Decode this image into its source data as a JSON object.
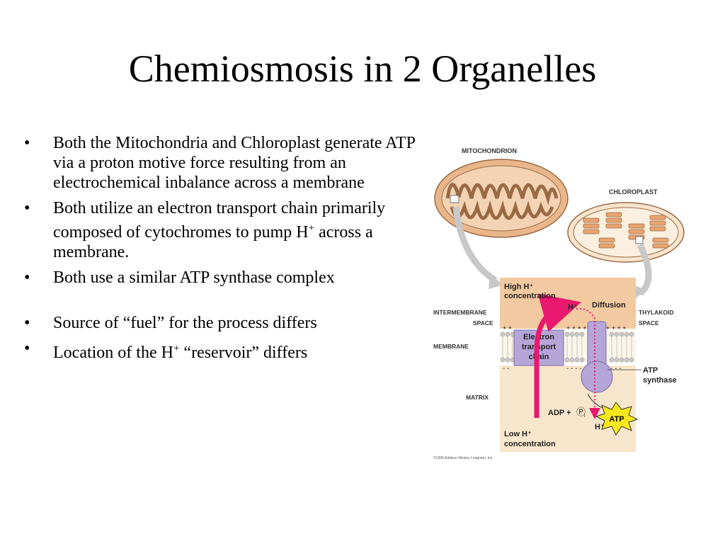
{
  "slide": {
    "title": "Chemiosmosis in 2 Organelles",
    "bullets": [
      {
        "bullet": "•",
        "text": "Both the Mitochondria and Chloroplast generate ATP via a proton motive force resulting from an electrochemical inbalance across a membrane"
      },
      {
        "bullet": "•",
        "text_before": "Both utilize an electron transport chain primarily composed of cytochromes to pump H",
        "sup": "+",
        "text_after": " across a membrane."
      },
      {
        "bullet": "•",
        "text": "Both use a similar ATP synthase complex"
      },
      {
        "bullet": "•",
        "text": "Source of “fuel” for the process differs"
      },
      {
        "bullet": "•",
        "text_before": "Location of the H",
        "sup": "+",
        "text_after": " “reservoir” differs"
      }
    ]
  },
  "diagram": {
    "labels": {
      "mitochondrion": "MITOCHONDRION",
      "chloroplast": "CHLOROPLAST",
      "high_h_line1": "High H⁺",
      "high_h_line2": "concentration",
      "h_plus_top": "H⁺",
      "diffusion": "Diffusion",
      "intermembrane_line1": "INTERMEMBRANE",
      "intermembrane_line2": "SPACE",
      "thylakoid_line1": "THYLAKOID",
      "thylakoid_line2": "SPACE",
      "membrane": "MEMBRANE",
      "etc_line1": "Electron",
      "etc_line2": "transport",
      "etc_line3": "chain",
      "atp_synthase_line1": "ATP",
      "atp_synthase_line2": "synthase",
      "matrix": "MATRIX",
      "adp": "ADP +",
      "pi": "Ⓟ",
      "pi_sub": "i",
      "atp": "ATP",
      "h_plus_bottom": "H⁺",
      "low_h_line1": "Low H⁺",
      "low_h_line2": "concentration",
      "plus_signs": "+ +",
      "plus_signs_mid": "+ + + +",
      "plus_signs_right": "+ + + +",
      "minus_signs": "- -",
      "minus_signs_mid": "- - - -",
      "minus_signs_right": "- - - -",
      "copyright": "©1999 Addison Wesley Longman, Inc."
    },
    "colors": {
      "high_zone": "#f2c9a0",
      "low_zone": "#f8e6cc",
      "membrane_protein": "#b5a6d8",
      "pump_arrow": "#e8196e",
      "atp_star": "#f7e81e",
      "organelle": "#e9b58a",
      "arrow_gray": "#c8c8c8"
    }
  }
}
